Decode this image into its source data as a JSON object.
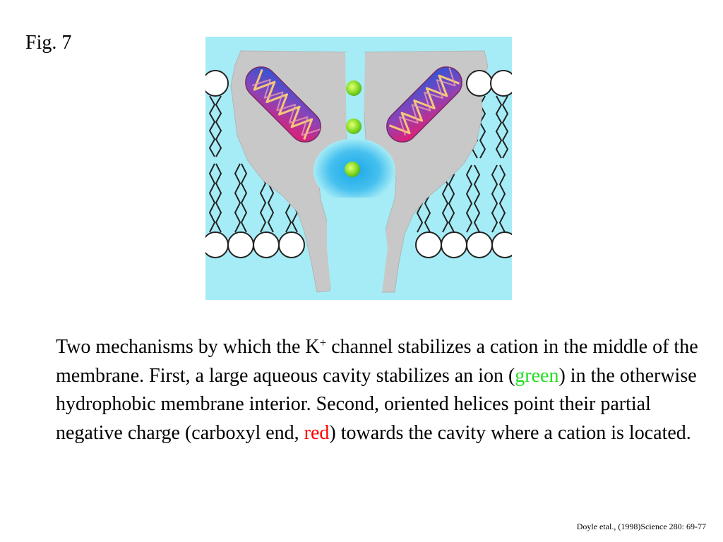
{
  "figure_label": "Fig. 7",
  "caption": {
    "part1": "Two mechanisms by which the K",
    "superscript": "+",
    "part2": " channel stabilizes a cation in the middle of the membrane.  First, a large aqueous cavity stabilizes an ion (",
    "green_word": "green",
    "part3": ") in the otherwise hydrophobic membrane interior.  Second, oriented helices point their partial negative charge (carboxyl end, ",
    "red_word": "red",
    "part4": ") towards the cavity where a cation is located."
  },
  "citation": "Doyle etal., (1998)Science 280:  69-77",
  "colors": {
    "water": "#a6ecf6",
    "protein": "#c8c8c8",
    "ion": "#8fe02a",
    "cavity": "#1aa8e8",
    "helix_blue": "#2855d8",
    "helix_red": "#ee1a6a",
    "helix_coil": "#f4c878",
    "green_word": "#22dd22",
    "red_word": "#ff0000"
  },
  "ion_count": 3
}
